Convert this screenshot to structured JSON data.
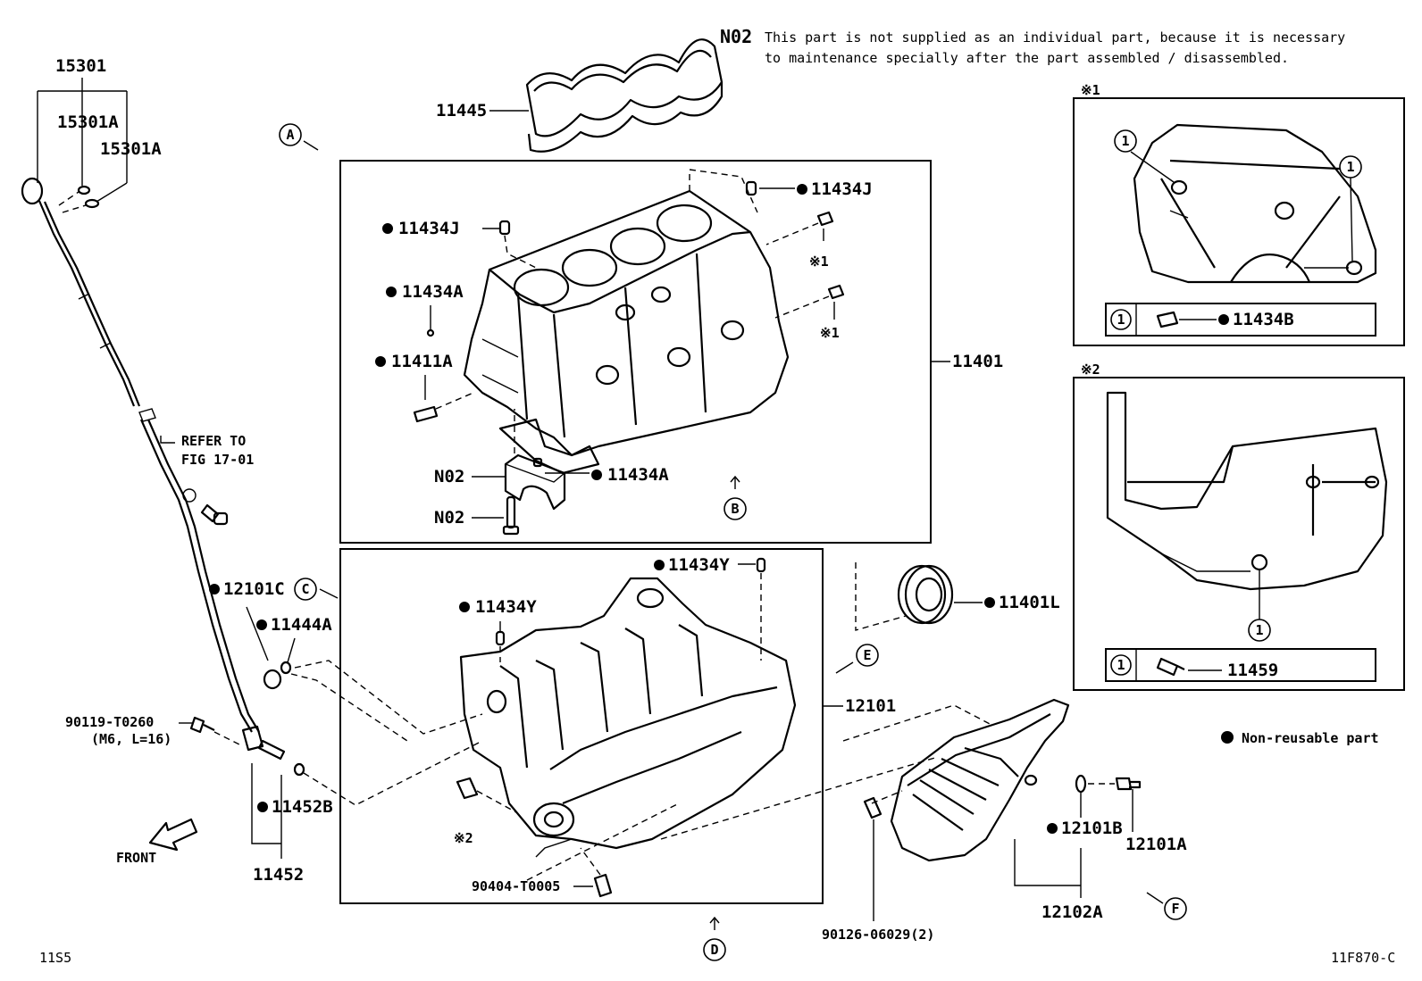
{
  "note": {
    "code": "N02",
    "line1": "This part is not supplied as an individual part, because it is necessary",
    "line2": "to maintenance specially after the part assembled / disassembled."
  },
  "parts": {
    "p15301": "15301",
    "p15301A_1": "15301A",
    "p15301A_2": "15301A",
    "p11445": "11445",
    "p11434J_1": "11434J",
    "p11434J_2": "11434J",
    "p11434A_1": "11434A",
    "p11434A_2": "11434A",
    "p11411A": "11411A",
    "p11401": "11401",
    "pN02_1": "N02",
    "pN02_2": "N02",
    "p12101C": "12101C",
    "p11444A": "11444A",
    "p11434Y_1": "11434Y",
    "p11434Y_2": "11434Y",
    "p11401L": "11401L",
    "p12101": "12101",
    "p90119": "90119-T0260",
    "p90119_spec": "(M6, L=16)",
    "p11452B": "11452B",
    "p11452": "11452",
    "p90404": "90404-T0005",
    "p90126": "90126-06029(2)",
    "p12101B": "12101B",
    "p12101A": "12101A",
    "p12102A": "12102A",
    "p11434B": "11434B",
    "p11459": "11459"
  },
  "refer": {
    "line1": "REFER TO",
    "line2": "FIG 17-01"
  },
  "views": {
    "A": "A",
    "B": "B",
    "C": "C",
    "D": "D",
    "E": "E",
    "F": "F"
  },
  "marks": {
    "x1": "※1",
    "x2": "※2",
    "circled1": "1"
  },
  "legend": {
    "text": "Non-reusable part"
  },
  "front": "FRONT",
  "footer": {
    "left": "11S5",
    "right": "11F870-C"
  }
}
